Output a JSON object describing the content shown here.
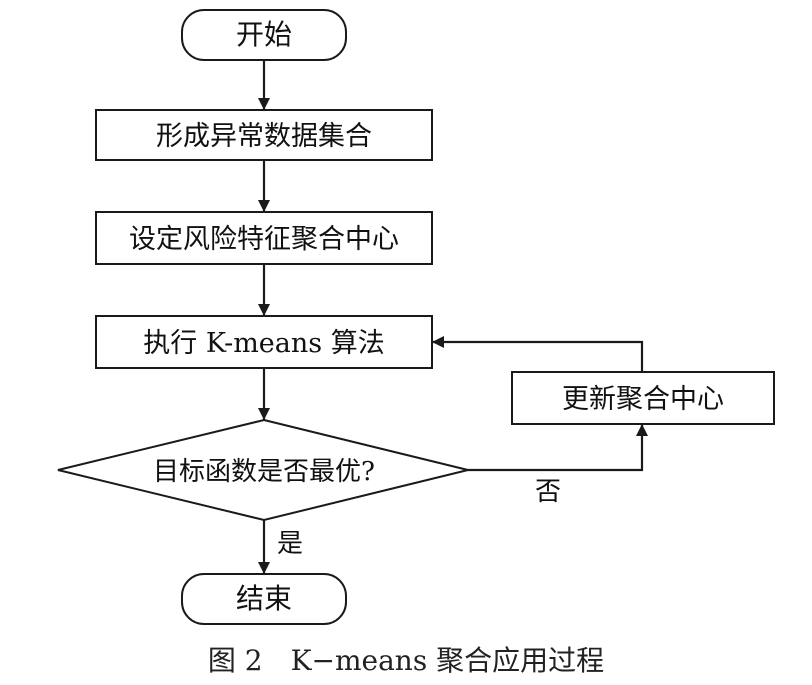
{
  "nodes": {
    "start": "开始",
    "form_dataset": "形成异常数据集合",
    "set_centers": "设定风险特征聚合中心",
    "run_kmeans": "执行 K-means 算法",
    "check_optimal": "目标函数是否最优?",
    "update_centers": "更新聚合中心",
    "end": "结束"
  },
  "edges": {
    "no_label": "否",
    "yes_label": "是"
  },
  "caption": "图 2　K−means 聚合应用过程"
}
